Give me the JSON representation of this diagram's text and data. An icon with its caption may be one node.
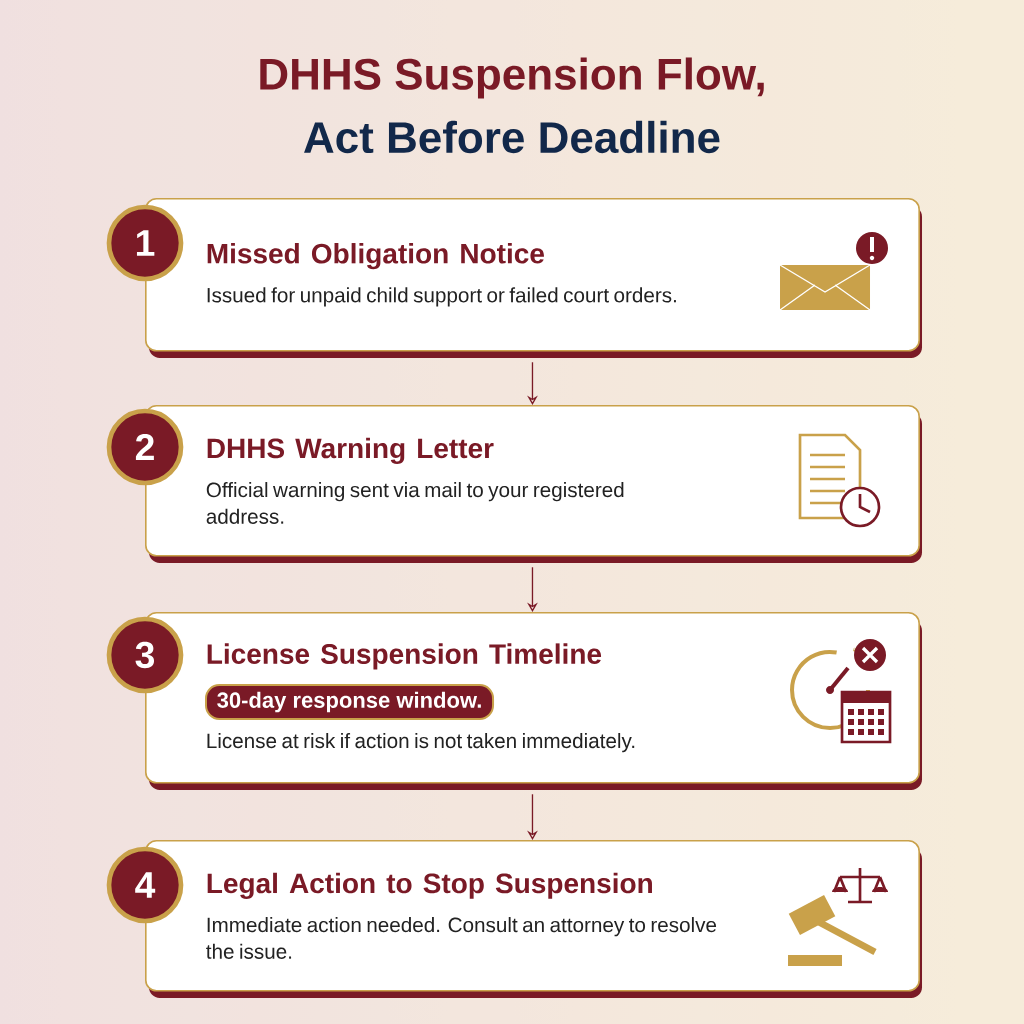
{
  "diagram": {
    "title": "DHHS Suspension Flow,",
    "nodes": [
      {
        "text": [
          "1"
        ]
      },
      {
        "text": [
          "Missed Obligation Notice",
          "Issued for unpaid child support or failed court orders."
        ]
      },
      {
        "text": [
          "2"
        ]
      },
      {
        "text": [
          "DHHS Warning Letter",
          "Official warning sent via mail to your registered address."
        ]
      },
      {
        "text": [
          "3"
        ]
      },
      {
        "text": [
          "License Suspension Timeline",
          "License at risk if action is not taken immediately."
        ]
      },
      {
        "text": [
          "30-day response window."
        ],
        "in": 5
      },
      {
        "text": [
          "4"
        ]
      },
      {
        "text": [
          "Legal Action to Stop Suspension",
          "Immediate action needed. Consult an attorney to resolve the issue."
        ]
      }
    ],
    "edges": [
      {
        "from": 1,
        "to": 3,
        "arrow": "to"
      },
      {
        "from": 3,
        "to": 5,
        "arrow": "to"
      },
      {
        "from": 5,
        "to": 8,
        "arrow": "to"
      }
    ],
    "labels": [
      "Act Before Deadline"
    ]
  }
}
